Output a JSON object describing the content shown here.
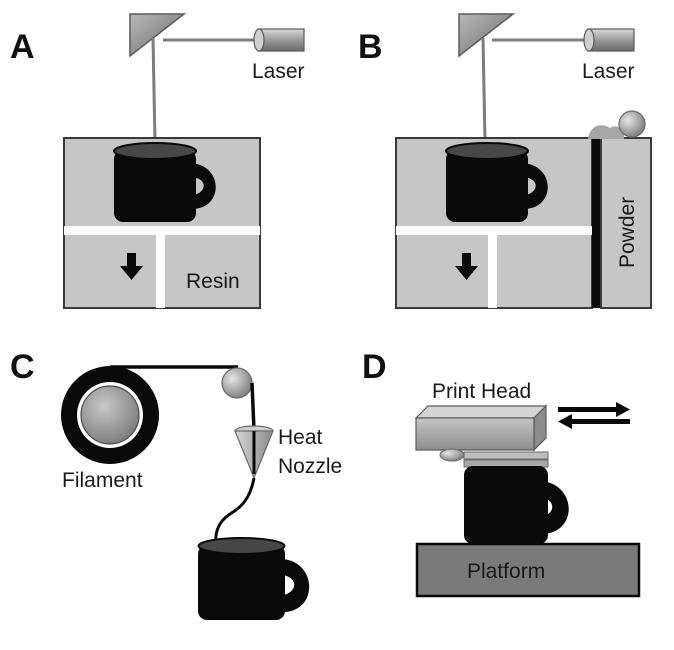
{
  "panels": {
    "a": {
      "letter": "A",
      "laser_label": "Laser",
      "material_label": "Resin"
    },
    "b": {
      "letter": "B",
      "laser_label": "Laser",
      "material_label": "Powder"
    },
    "c": {
      "letter": "C",
      "filament_label": "Filament",
      "nozzle_label_line1": "Heat",
      "nozzle_label_line2": "Nozzle"
    },
    "d": {
      "letter": "D",
      "head_label": "Print Head",
      "platform_label": "Platform"
    }
  },
  "colors": {
    "vat_fill": "#c6c6c6",
    "dark": "#0a0a0a",
    "laser_gray": "#8a8a8a",
    "platform": "#7a7a7a"
  }
}
